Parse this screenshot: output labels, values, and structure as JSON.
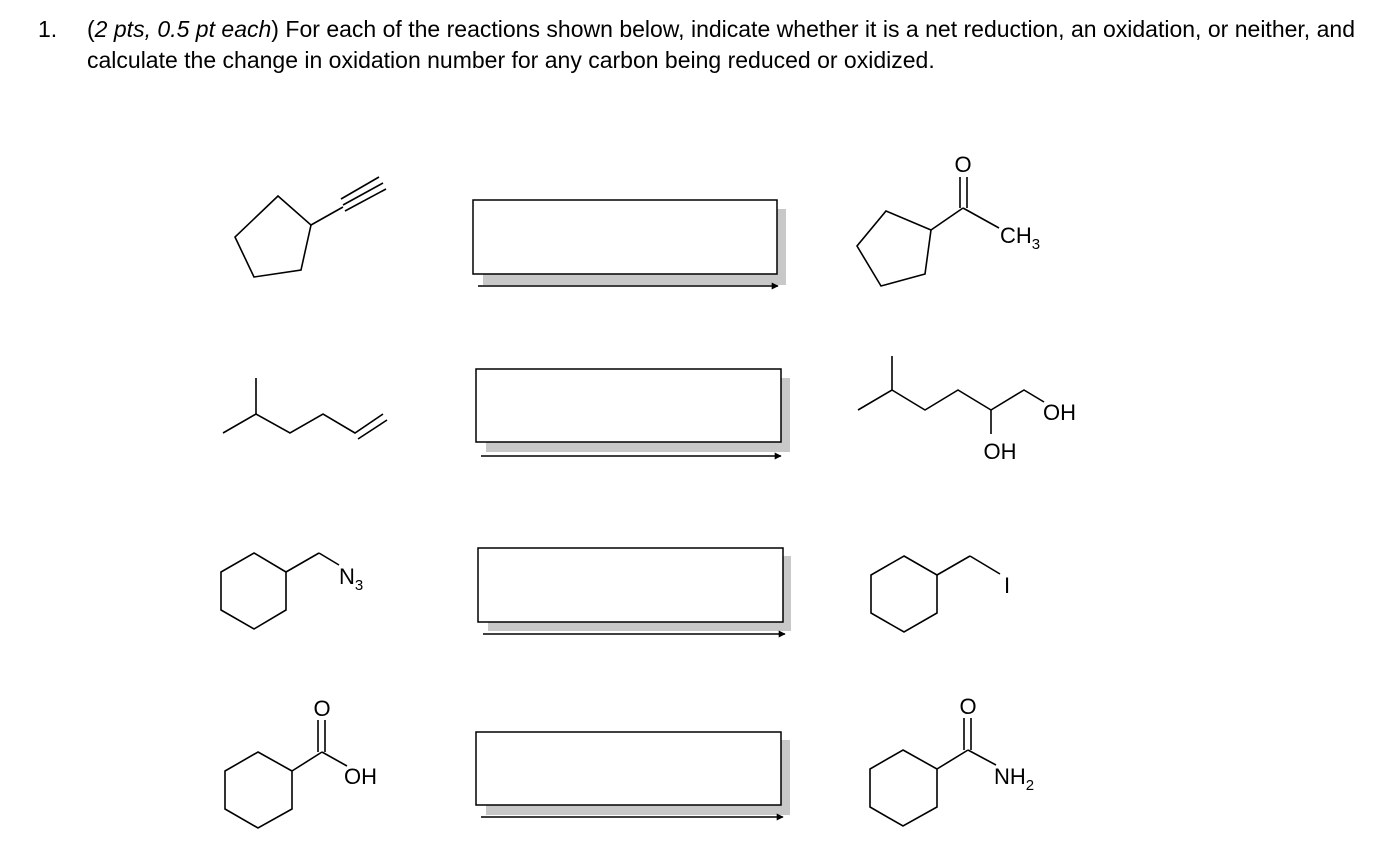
{
  "question": {
    "number": "1.",
    "points": "2 pts, 0.5 pt each",
    "text": "For each of the reactions shown below, indicate whether it is a net reduction, an oxidation, or neither, and calculate the change in oxidation number for any carbon being reduced or oxidized."
  },
  "reactions": [
    {
      "id": 1,
      "reactant": {
        "labels": []
      },
      "product": {
        "labels": {
          "carbonyl_o": "O",
          "methyl_main": "CH",
          "methyl_sub": "3"
        }
      },
      "answer": ""
    },
    {
      "id": 2,
      "reactant": {
        "labels": []
      },
      "product": {
        "labels": {
          "oh_terminal": "OH",
          "oh_secondary": "OH"
        }
      },
      "answer": ""
    },
    {
      "id": 3,
      "reactant": {
        "labels": {
          "azide_main": "N",
          "azide_sub": "3"
        }
      },
      "product": {
        "labels": {
          "iodo": "I"
        }
      },
      "answer": ""
    },
    {
      "id": 4,
      "reactant": {
        "labels": {
          "carbonyl_o": "O",
          "hydroxyl": "OH"
        }
      },
      "product": {
        "labels": {
          "carbonyl_o": "O",
          "amine_main": "NH",
          "amine_sub": "2"
        }
      },
      "answer": ""
    }
  ]
}
